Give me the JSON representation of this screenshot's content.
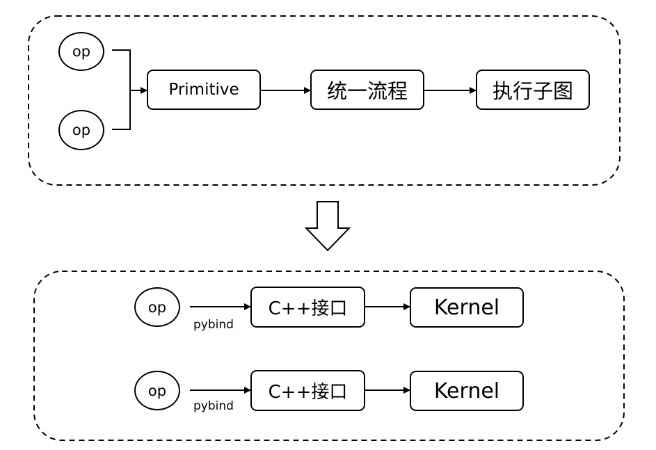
{
  "top_group": {
    "op_labels": [
      "op",
      "op"
    ],
    "primitive": "Primitive",
    "unified_flow": "统一流程",
    "execute_subgraph": "执行子图"
  },
  "bottom_group": {
    "rows": [
      {
        "op": "op",
        "edge_label": "pybind",
        "interface": "C++接口",
        "kernel": "Kernel"
      },
      {
        "op": "op",
        "edge_label": "pybind",
        "interface": "C++接口",
        "kernel": "Kernel"
      }
    ]
  }
}
